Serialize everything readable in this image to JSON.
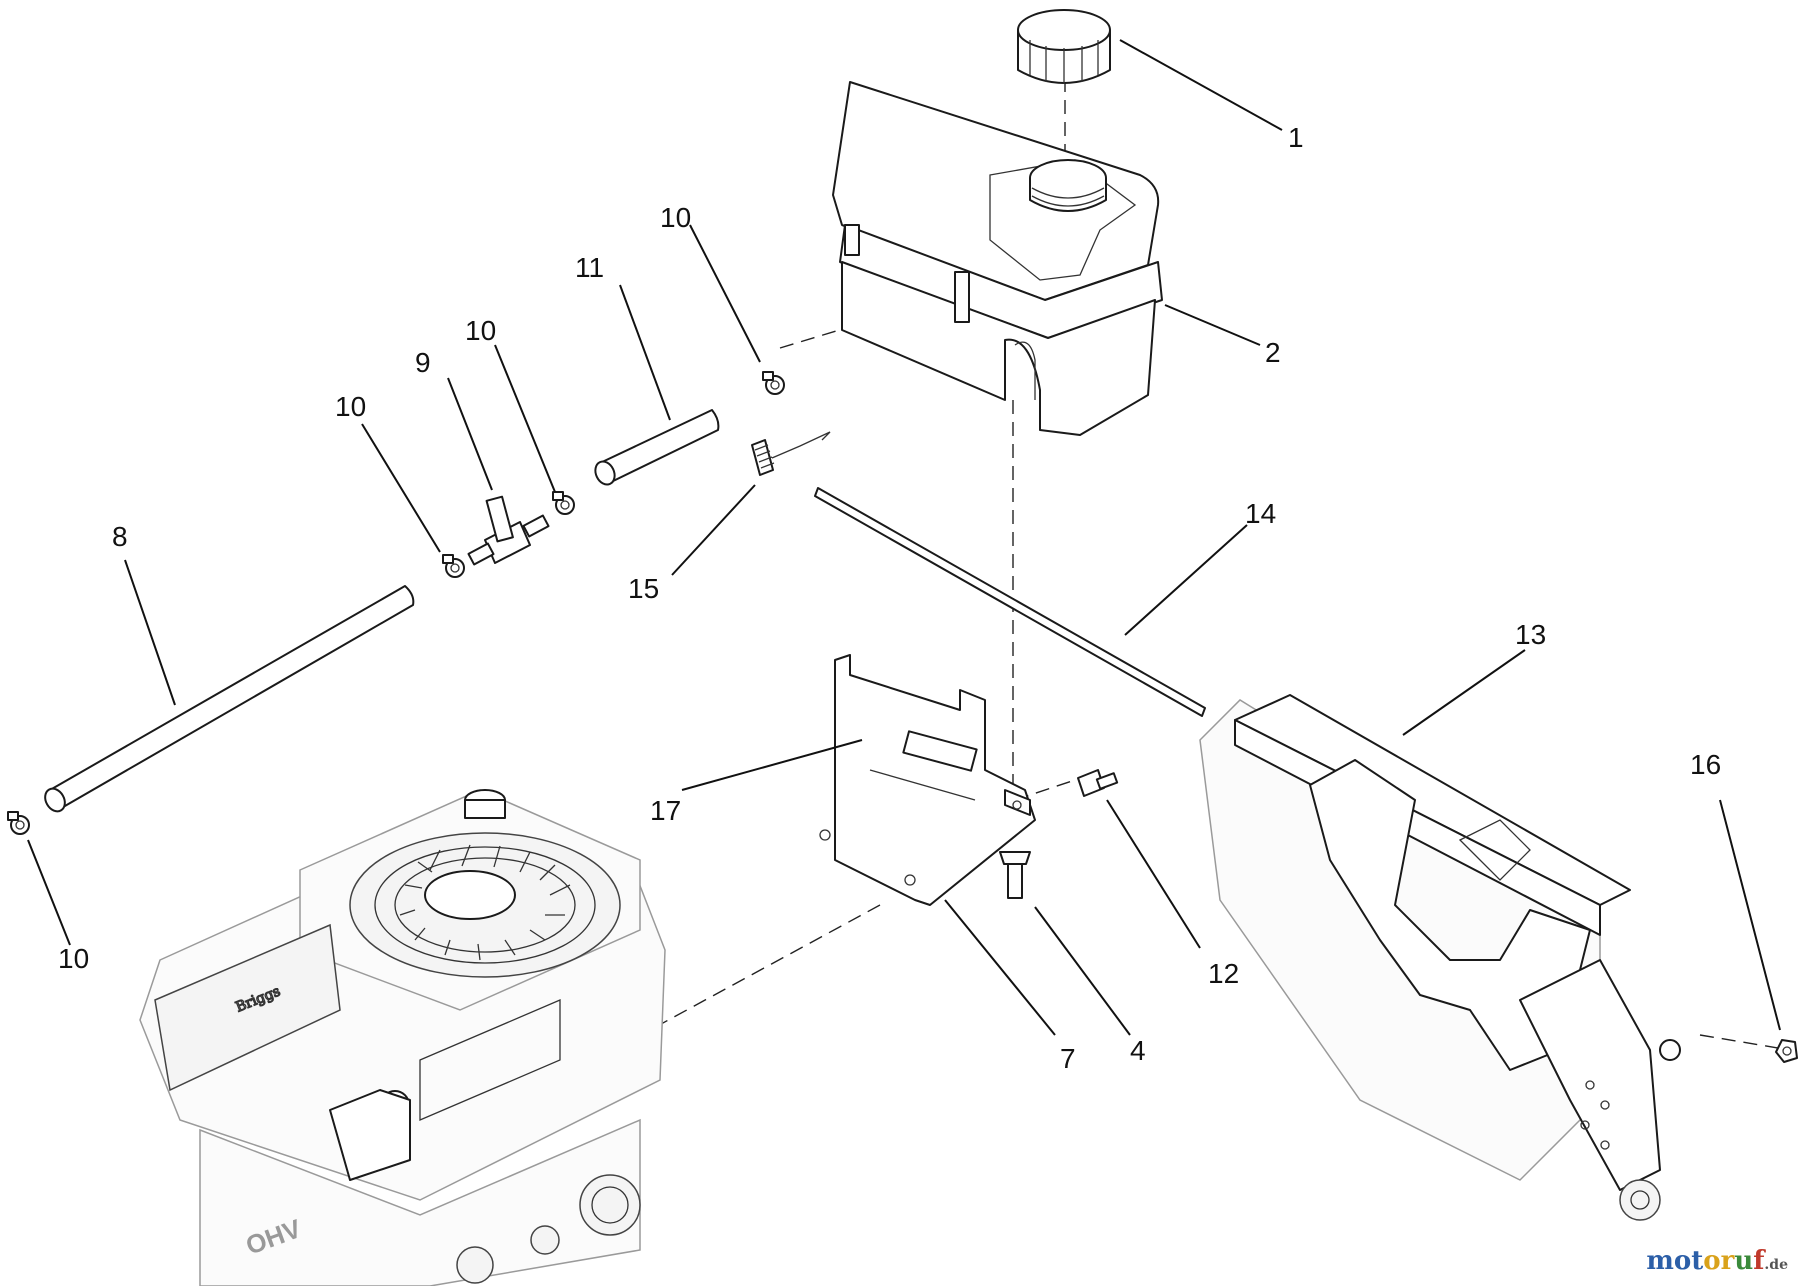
{
  "callouts": {
    "c1": "1",
    "c2": "2",
    "c4": "4",
    "c7": "7",
    "c8": "8",
    "c9": "9",
    "c10a": "10",
    "c10b": "10",
    "c10c": "10",
    "c10d": "10",
    "c11": "11",
    "c12": "12",
    "c13": "13",
    "c14": "14",
    "c15": "15",
    "c16": "16",
    "c17": "17"
  },
  "watermark": {
    "brand_a": "mot",
    "brand_b": "or",
    "brand_c": "u",
    "brand_d": "f",
    "tld": ".de"
  },
  "engine_marks": {
    "brand": "Briggs",
    "ohv": "OHV"
  }
}
